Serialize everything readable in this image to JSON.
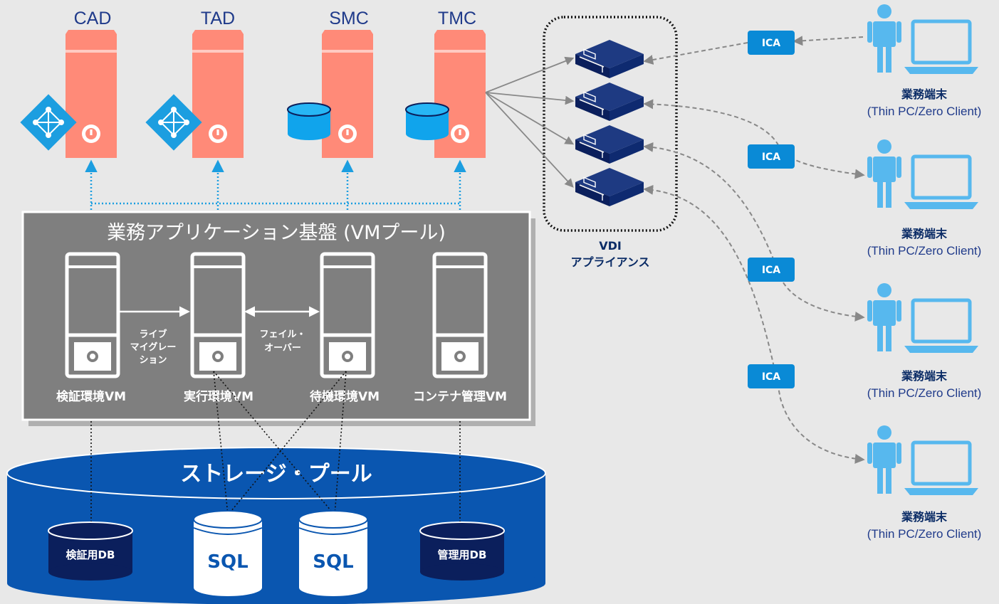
{
  "servers": [
    {
      "label": "CAD",
      "badge_icon": "directory-icon"
    },
    {
      "label": "TAD",
      "badge_icon": "directory-icon"
    },
    {
      "label": "SMC",
      "badge_icon": "database-icon"
    },
    {
      "label": "TMC",
      "badge_icon": "database-icon"
    }
  ],
  "platform": {
    "title": "業務アプリケーション基盤 (VMプール)",
    "vms": [
      "検証環境VM",
      "実行環境VM",
      "待機環境VM",
      "コンテナ管理VM"
    ],
    "live_migration": [
      "ライブ",
      "マイグレー",
      "ション"
    ],
    "failover": [
      "フェイル・",
      "オーバー"
    ]
  },
  "storage": {
    "title": "ストレージ・プール",
    "databases": [
      "検証用DB",
      "SQL",
      "SQL",
      "管理用DB"
    ]
  },
  "vdi": {
    "line1": "VDI",
    "line2": "アプライアンス"
  },
  "protocol_label": "ICA",
  "terminals": [
    {
      "line1": "業務端末",
      "line2": "(Thin PC/Zero Client)"
    },
    {
      "line1": "業務端末",
      "line2": "(Thin PC/Zero Client)"
    },
    {
      "line1": "業務端末",
      "line2": "(Thin PC/Zero Client)"
    },
    {
      "line1": "業務端末",
      "line2": "(Thin PC/Zero Client)"
    }
  ],
  "colors": {
    "server": "#ff8a78",
    "vm_pool": "#7f7f7f",
    "storage": "#0a56b0",
    "dark_navy": "#0b1f5c",
    "accent_blue": "#1c9ee0",
    "user_blue": "#57b8ee",
    "ica_badge": "#0a8ad6"
  }
}
